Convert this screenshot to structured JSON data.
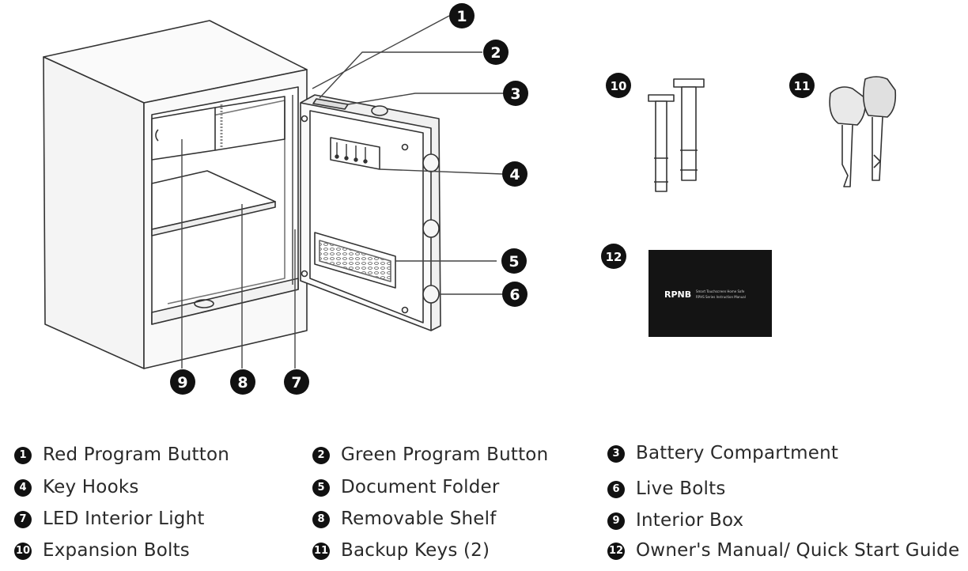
{
  "callouts": [
    "1",
    "2",
    "3",
    "4",
    "5",
    "6",
    "7",
    "8",
    "9",
    "10",
    "11",
    "12"
  ],
  "manual": {
    "brand": "RPNB",
    "line1": "Smart Touchscreen Home Safe",
    "line2": "RPHS Series Instruction Manual"
  },
  "legend": [
    {
      "num": "1",
      "label": "Red Program Button"
    },
    {
      "num": "2",
      "label": "Green Program Button"
    },
    {
      "num": "3",
      "label": "Battery Compartment"
    },
    {
      "num": "4",
      "label": "Key Hooks"
    },
    {
      "num": "5",
      "label": "Document Folder"
    },
    {
      "num": "6",
      "label": "Live Bolts"
    },
    {
      "num": "7",
      "label": "LED Interior Light"
    },
    {
      "num": "8",
      "label": "Removable Shelf"
    },
    {
      "num": "9",
      "label": "Interior Box"
    },
    {
      "num": "10",
      "label": "Expansion Bolts"
    },
    {
      "num": "11",
      "label": "Backup Keys (2)"
    },
    {
      "num": "12",
      "label": "Owner's Manual/ Quick Start Guide"
    }
  ]
}
